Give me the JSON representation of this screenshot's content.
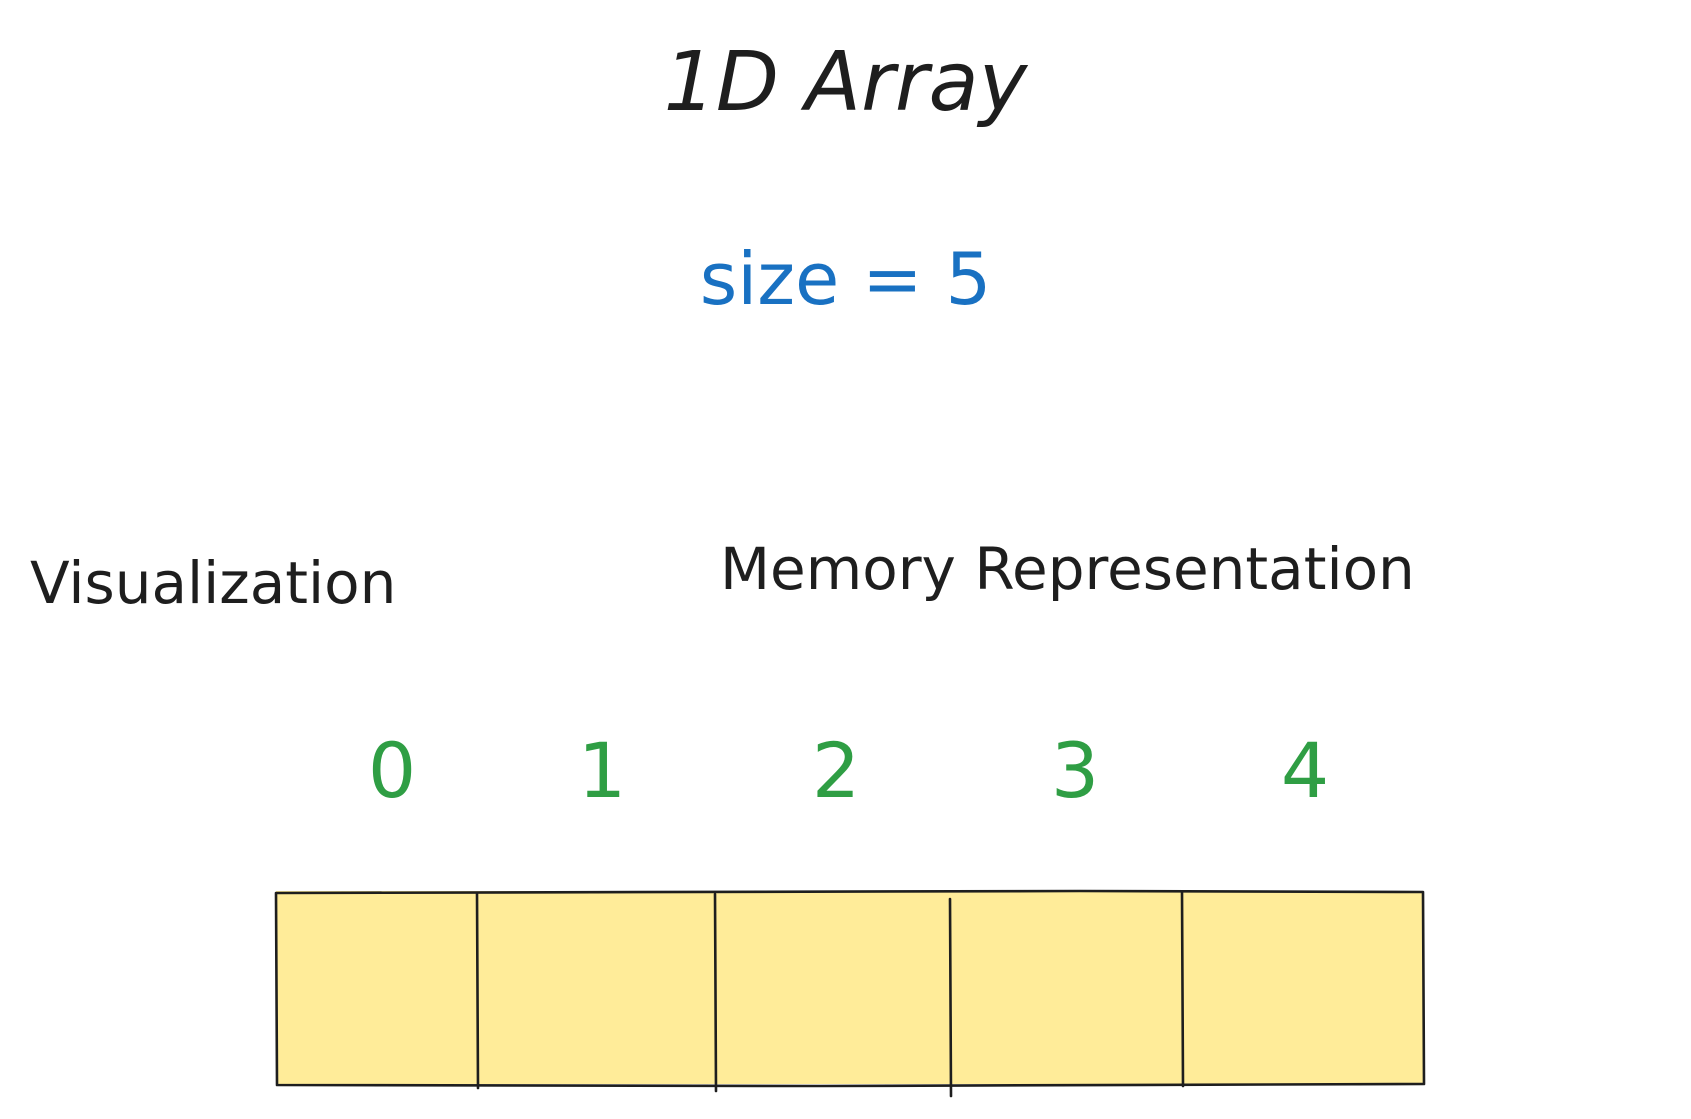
{
  "title": "1D Array",
  "size_label": "size = 5",
  "labels": {
    "visualization": "Visualization",
    "memory": "Memory Representation"
  },
  "indices": [
    "0",
    "1",
    "2",
    "3",
    "4"
  ],
  "colors": {
    "ink": "#1e1e1e",
    "size_text": "#1971c2",
    "index_text": "#2f9e44",
    "cell_fill": "#ffec99"
  }
}
